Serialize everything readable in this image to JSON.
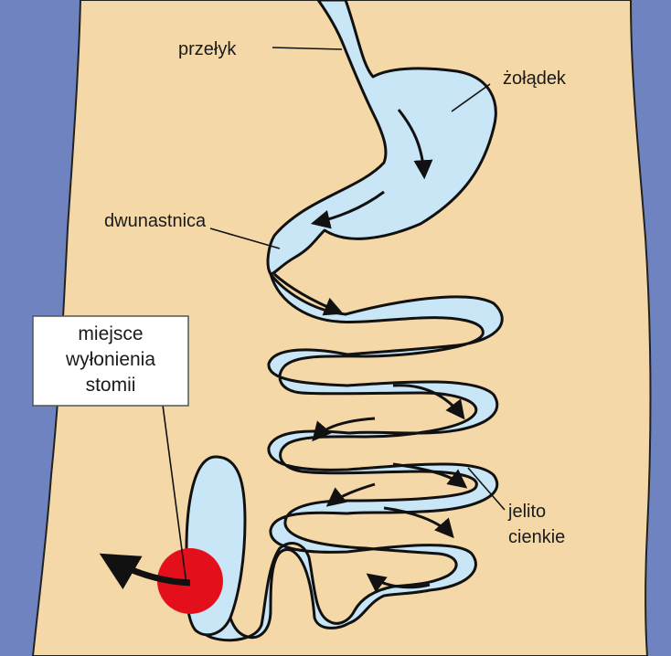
{
  "labels": {
    "esophagus": "przełyk",
    "stomach": "żołądek",
    "duodenum": "dwunastnica",
    "small_intestine_line1": "jelito",
    "small_intestine_line2": "cienkie"
  },
  "stoma_callout": {
    "line1": "miejsce",
    "line2": "wyłonienia",
    "line3": "stomii"
  },
  "colors": {
    "background_side": "#6f83c1",
    "body_skin": "#f5d8a7",
    "organ_fill": "#c9e6f7",
    "outline": "#111111",
    "stoma": "#e3101c"
  }
}
